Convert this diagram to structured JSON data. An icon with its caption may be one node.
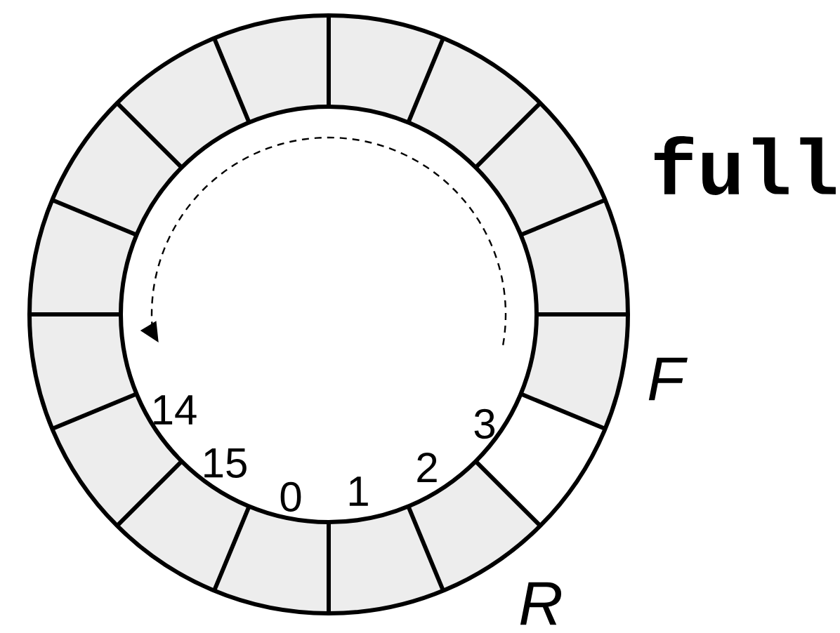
{
  "diagram": {
    "labels": [
      "full",
      "F",
      "14",
      "3",
      "15",
      "2",
      "0",
      "1",
      "R"
    ]
  }
}
